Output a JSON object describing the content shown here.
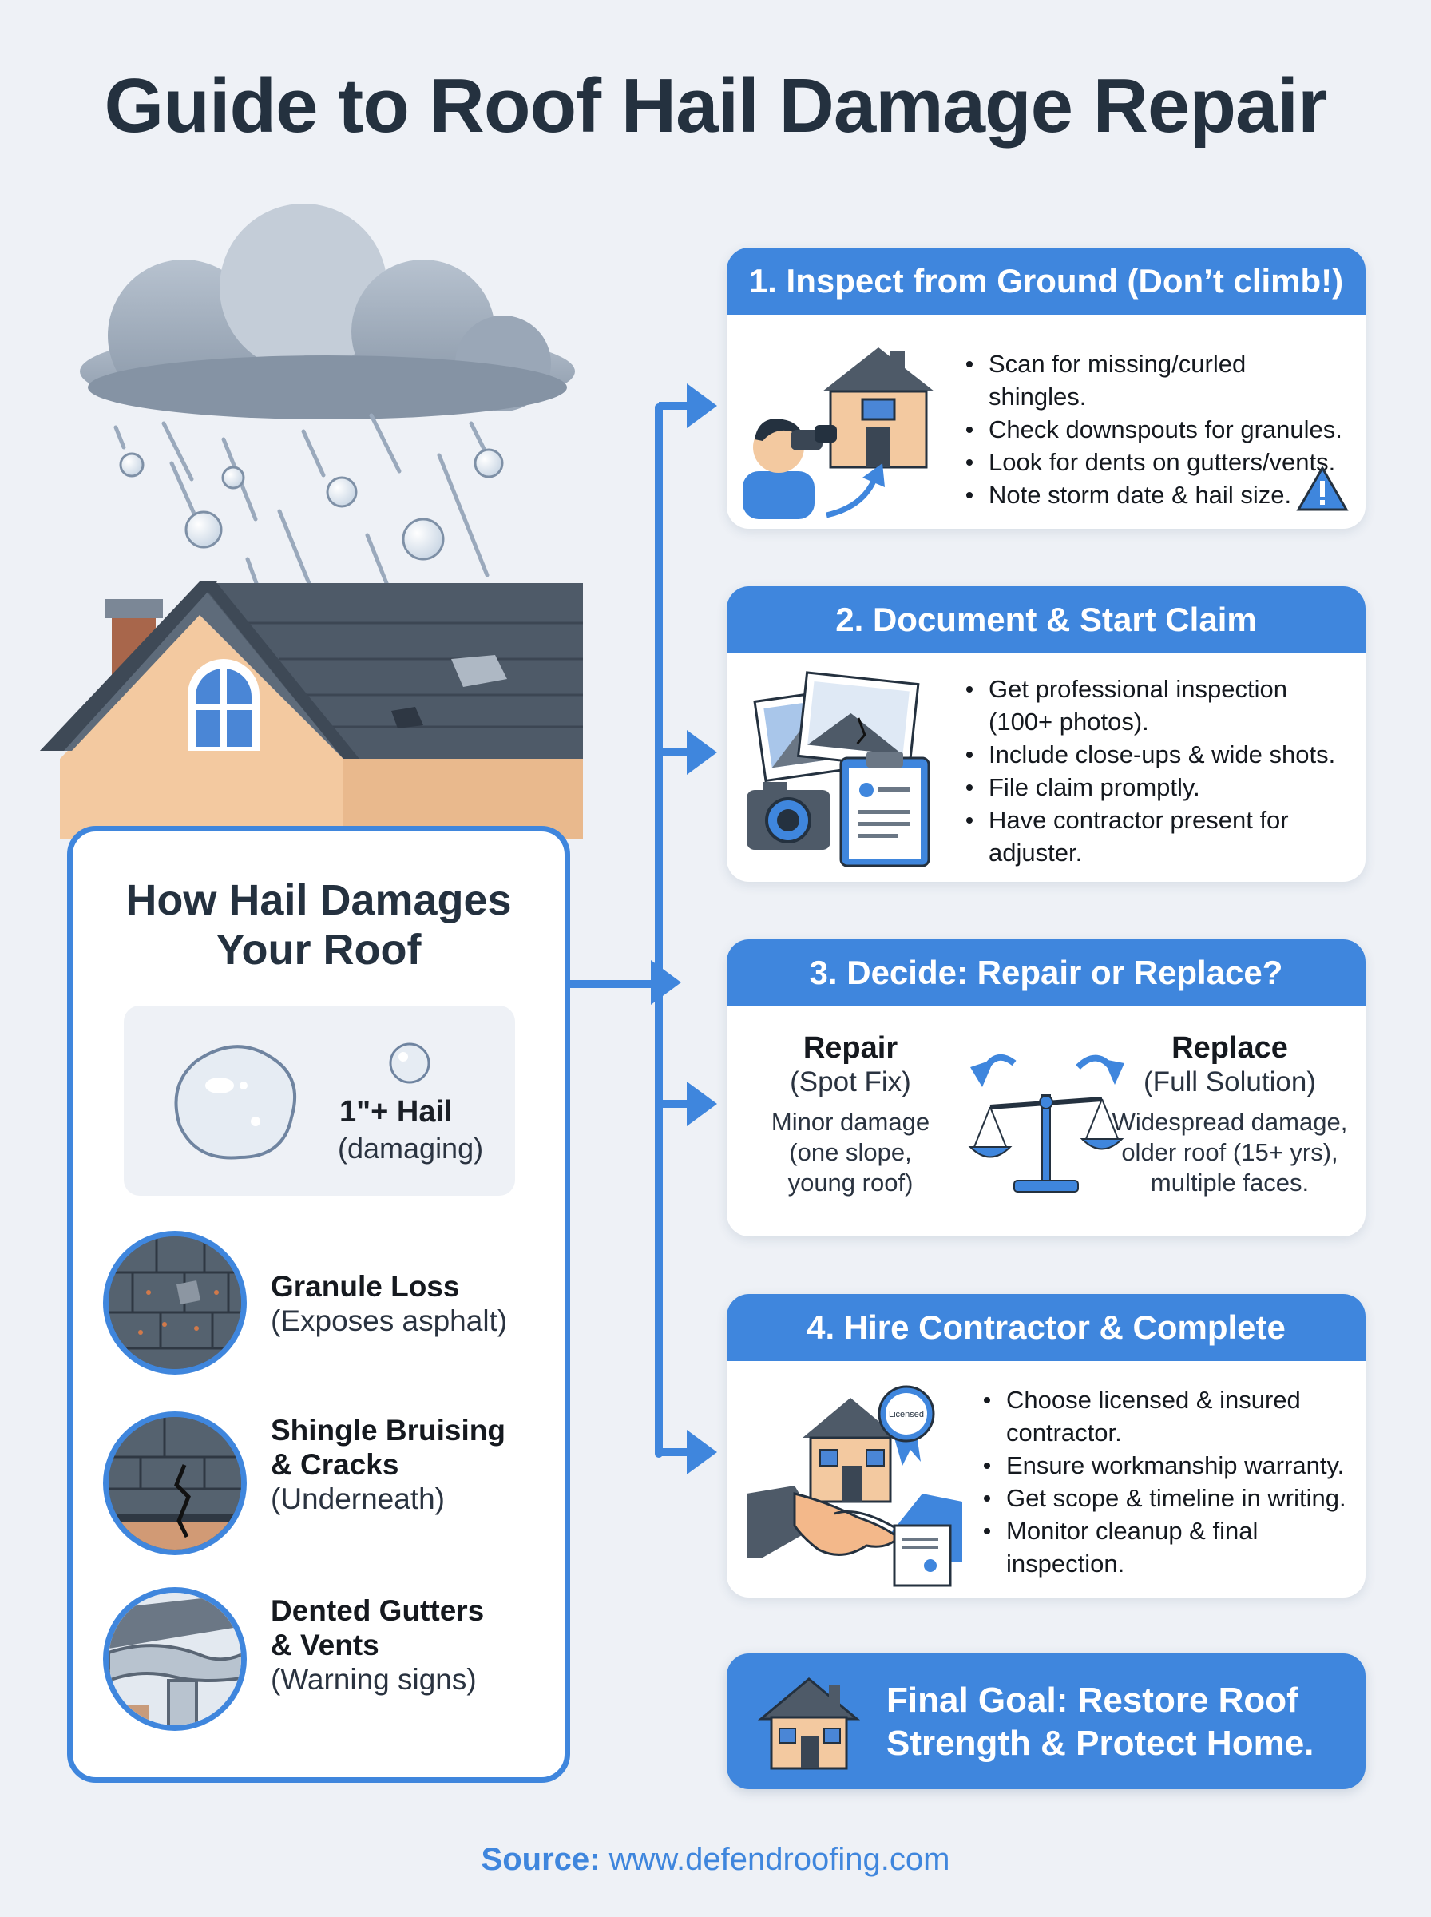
{
  "title": "Guide to Roof Hail Damage Repair",
  "left_panel": {
    "title_line1": "How Hail Damages",
    "title_line2": "Your Roof",
    "hail_size": {
      "label": "1\"+ Hail",
      "sub": "(damaging)"
    },
    "damage_types": [
      {
        "title": "Granule Loss",
        "title2": "",
        "sub": "(Exposes asphalt)"
      },
      {
        "title": "Shingle Bruising",
        "title2": "& Cracks",
        "sub": "(Underneath)"
      },
      {
        "title": "Dented Gutters",
        "title2": "& Vents",
        "sub": "(Warning signs)"
      }
    ]
  },
  "steps": [
    {
      "heading": "1. Inspect from Ground (Don’t climb!)",
      "bullets": [
        "Scan for missing/curled shingles.",
        "Check downspouts for granules.",
        "Look for dents on gutters/vents.",
        "Note storm date & hail size."
      ]
    },
    {
      "heading": "2. Document & Start Claim",
      "bullets": [
        "Get professional inspection (100+ photos).",
        "Include close-ups & wide shots.",
        "File claim promptly.",
        "Have contractor present for adjuster."
      ]
    },
    {
      "heading": "3. Decide: Repair or Replace?",
      "repair": {
        "title": "Repair",
        "sub": "(Spot Fix)",
        "desc_line1": "Minor damage",
        "desc_line2": "(one slope,",
        "desc_line3": "young roof)"
      },
      "replace": {
        "title": "Replace",
        "sub": "(Full Solution)",
        "desc_line1": "Widespread damage,",
        "desc_line2": "older roof (15+ yrs),",
        "desc_line3": "multiple faces."
      }
    },
    {
      "heading": "4. Hire Contractor & Complete",
      "badge": "Licensed",
      "bullets": [
        "Choose licensed & insured contractor.",
        "Ensure workmanship warranty.",
        "Get scope & timeline in writing.",
        "Monitor cleanup & final inspection."
      ]
    }
  ],
  "final_goal": "Final Goal: Restore Roof Strength & Protect Home.",
  "source": {
    "label": "Source:",
    "url": "www.defendroofing.com"
  },
  "colors": {
    "accent": "#3f86dd",
    "background": "#eef1f6",
    "text_dark": "#24313f"
  }
}
